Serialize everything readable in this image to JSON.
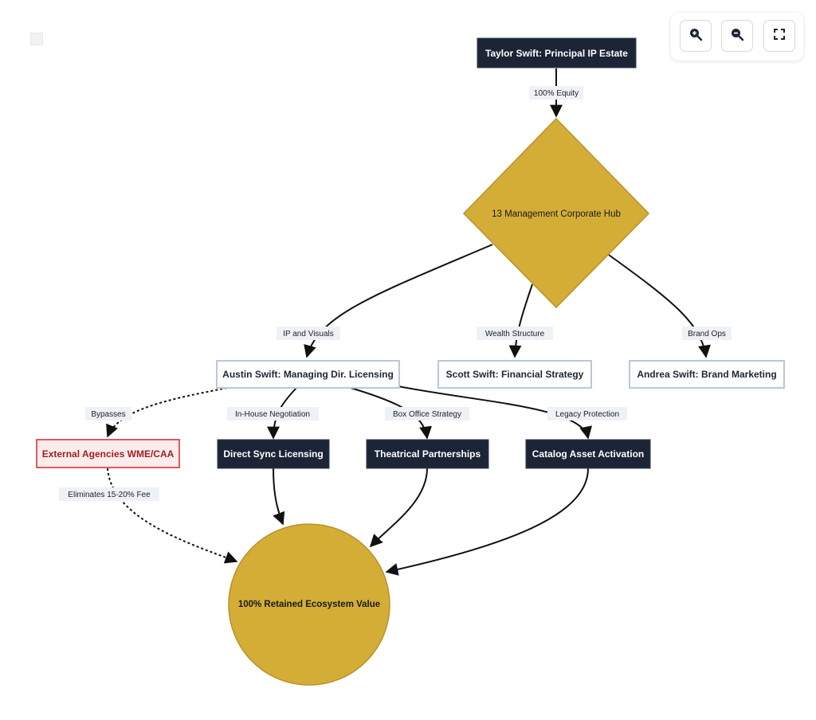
{
  "controls": {
    "zoom_in": "zoom-in-icon",
    "zoom_out": "zoom-out-icon",
    "fullscreen": "fullscreen-icon"
  },
  "colors": {
    "dark_navy": "#1c2536",
    "gold": "#d4ad37",
    "gold_border": "#b8922a",
    "light_border": "#b8c7dd",
    "red_border": "#e05a5a",
    "red_text": "#a01f1f",
    "red_fill": "#fdecec",
    "edge_label_bg": "#eef1f6"
  },
  "nodes": {
    "taylor": "Taylor Swift: Principal IP Estate",
    "hub": "13 Management Corporate Hub",
    "austin": "Austin Swift: Managing Dir. Licensing",
    "scott": "Scott Swift: Financial Strategy",
    "andrea": "Andrea Swift: Brand Marketing",
    "external": "External Agencies WME/CAA",
    "sync": "Direct Sync Licensing",
    "theatrical": "Theatrical Partnerships",
    "catalog": "Catalog Asset Activation",
    "retained": "100% Retained Ecosystem Value"
  },
  "edges": {
    "equity": "100% Equity",
    "ip_visuals": "IP and Visuals",
    "wealth": "Wealth Structure",
    "brand_ops": "Brand Ops",
    "bypasses": "Bypasses",
    "in_house": "In-House Negotiation",
    "box_office": "Box Office Strategy",
    "legacy": "Legacy Protection",
    "eliminates": "Eliminates 15-20% Fee"
  }
}
